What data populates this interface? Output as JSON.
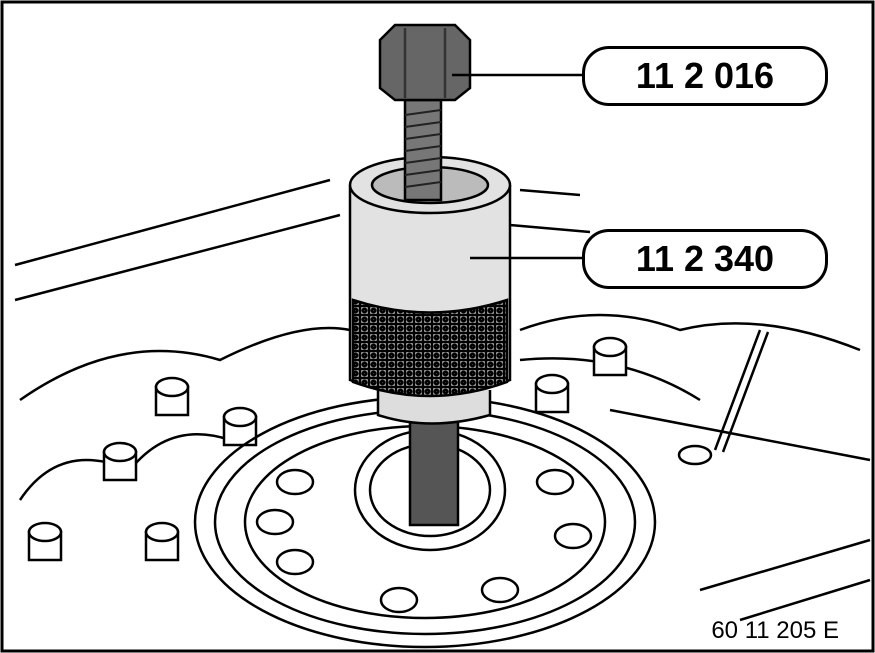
{
  "callouts": {
    "puller_bolt": "11 2 016",
    "puller_sleeve": "11 2 340"
  },
  "figure_ref": "60 11 205 E"
}
